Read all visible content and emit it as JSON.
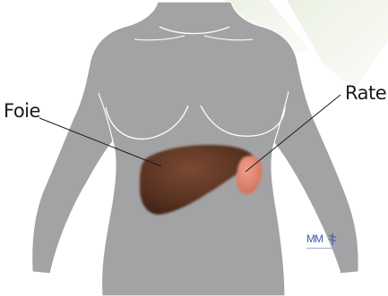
{
  "labels": {
    "liver": "Foie",
    "spleen": "Rate"
  },
  "logo": {
    "text": "MM",
    "icon": "caduceus-icon"
  },
  "colors": {
    "body": "#a3a3a5",
    "body_outline": "#ffffff",
    "liver": "#5a3322",
    "spleen": "#e0826a",
    "leaf": "#dde6cf",
    "logo": "#3a5ea8"
  }
}
